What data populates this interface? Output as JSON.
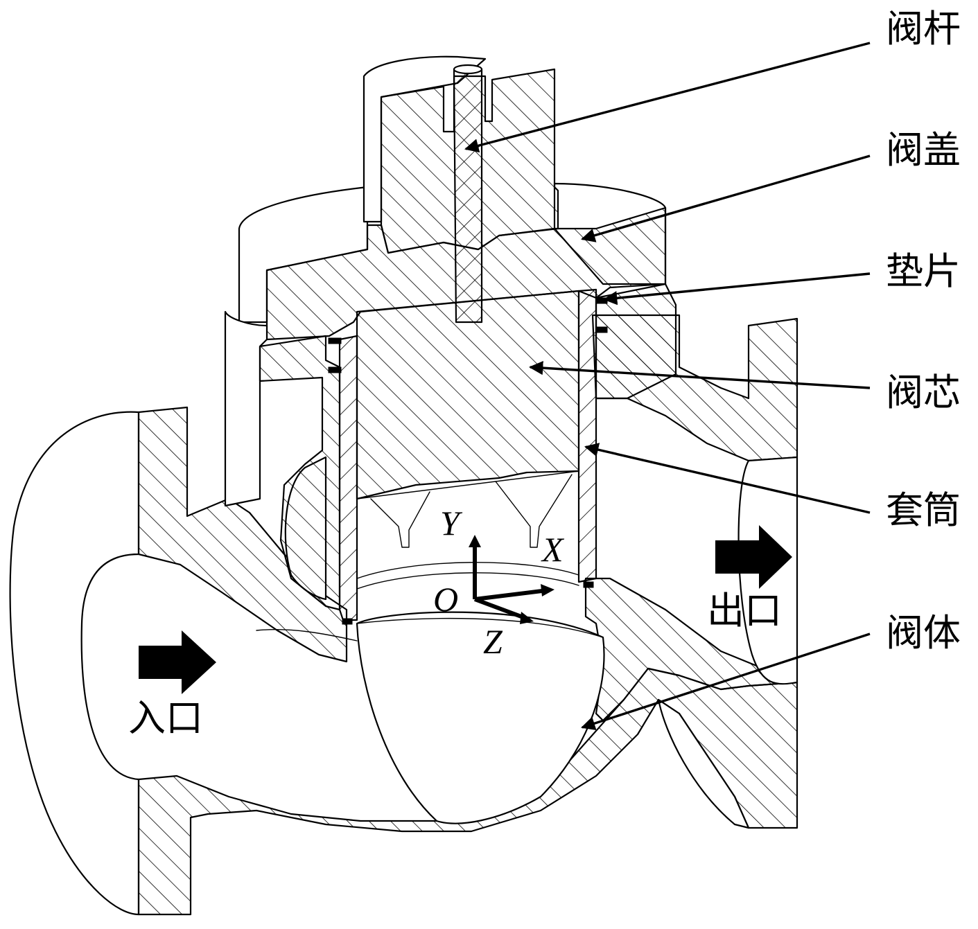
{
  "parts": [
    {
      "id": "stem",
      "label": "阀杆"
    },
    {
      "id": "bonnet",
      "label": "阀盖"
    },
    {
      "id": "gasket",
      "label": "垫片"
    },
    {
      "id": "plug",
      "label": "阀芯"
    },
    {
      "id": "cage",
      "label": "套筒"
    },
    {
      "id": "body",
      "label": "阀体"
    }
  ],
  "flow": {
    "inlet_label": "入口",
    "outlet_label": "出口"
  },
  "axes": {
    "origin": "O",
    "x": "X",
    "y": "Y",
    "z": "Z"
  },
  "colors": {
    "line": "#000000",
    "background": "#ffffff"
  },
  "icons": {
    "inlet_arrow": "right-arrow-icon",
    "outlet_arrow": "right-arrow-icon"
  }
}
